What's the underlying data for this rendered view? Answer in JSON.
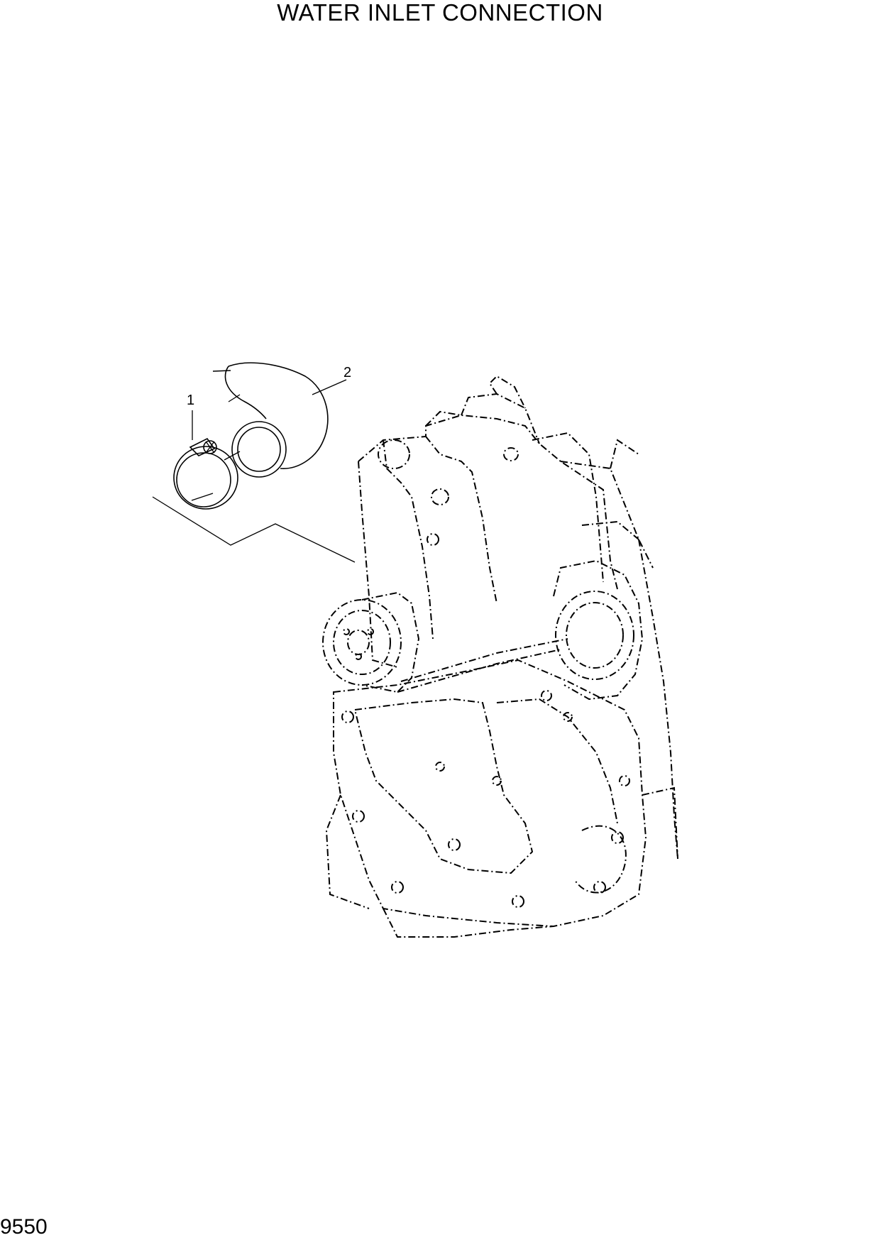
{
  "title": "WATER INLET CONNECTION",
  "page_number": "9550",
  "parts": [
    {
      "callout": "1",
      "icon": "hose-clamp-icon"
    },
    {
      "callout": "2",
      "icon": "water-hose-icon"
    }
  ],
  "illustration": {
    "icon": "engine-timing-cover-icon",
    "colors": {
      "line": "#000000",
      "background": "#ffffff"
    }
  }
}
